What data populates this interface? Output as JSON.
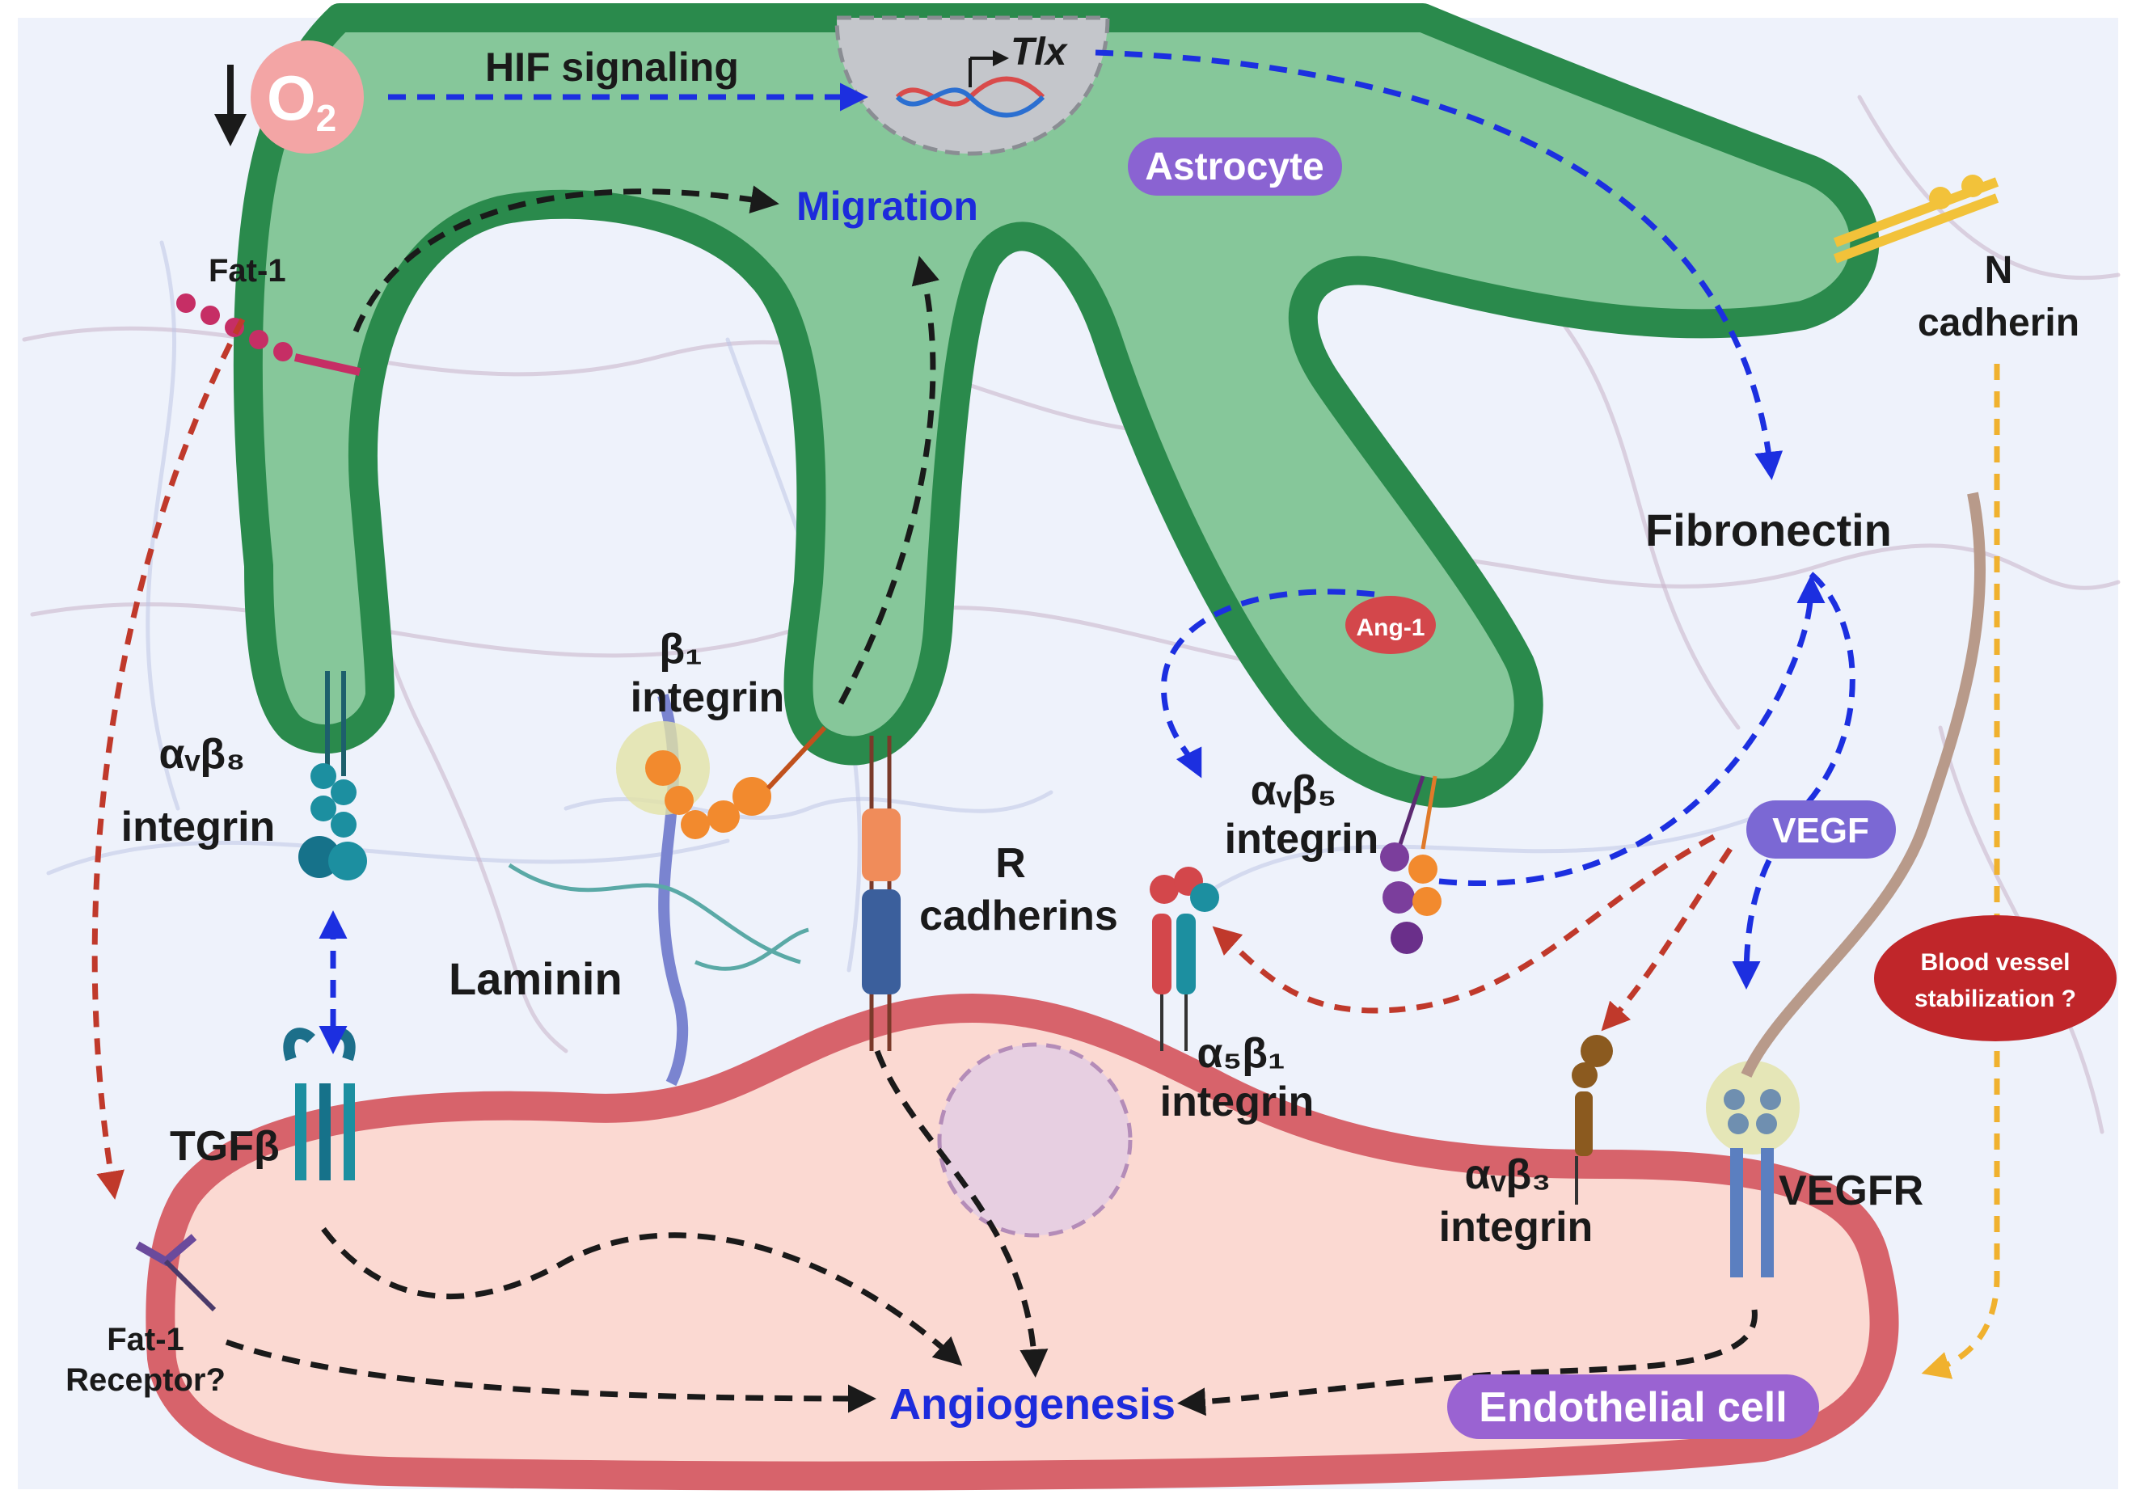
{
  "labels": {
    "o2": "O",
    "o2_sub": "2",
    "hif": "HIF signaling",
    "tlx": "Tlx",
    "astrocyte": "Astrocyte",
    "migration": "Migration",
    "fat1": "Fat-1",
    "n_cadherin_1": "N",
    "n_cadherin_2": "cadherin",
    "fibronectin": "Fibronectin",
    "ang1": "Ang-1",
    "b1_integrin_1": "β₁",
    "b1_integrin_2": "integrin",
    "avb8_1": "αᵥβ₈",
    "avb8_2": "integrin",
    "avb5_1": "αᵥβ₅",
    "avb5_2": "integrin",
    "r_cadherins_1": "R",
    "r_cadherins_2": "cadherins",
    "vegf": "VEGF",
    "blood_vessel_1": "Blood vessel",
    "blood_vessel_2": "stabilization ?",
    "laminin": "Laminin",
    "a5b1_1": "α₅β₁",
    "a5b1_2": "integrin",
    "tgfb": "TGFβ",
    "avb3_1": "αᵥβ₃",
    "avb3_2": "integrin",
    "vegfr": "VEGFR",
    "fat1_receptor_1": "Fat-1",
    "fat1_receptor_2": "Receptor?",
    "angiogenesis": "Angiogenesis",
    "endothelial": "Endothelial cell"
  },
  "colors": {
    "astrocyte_fill": "#86c79a",
    "astrocyte_border": "#2a8a4c",
    "endothelial_fill": "#fbd9d2",
    "endothelial_border": "#d7636b",
    "pill_purple": "#8a63d2",
    "pill_red": "#c73a3a",
    "arrow_blue": "#1c2fe0",
    "arrow_black": "#1a1a1a",
    "arrow_red": "#c0392b",
    "arrow_orange": "#f0b12e",
    "background": "#eef2fb"
  }
}
